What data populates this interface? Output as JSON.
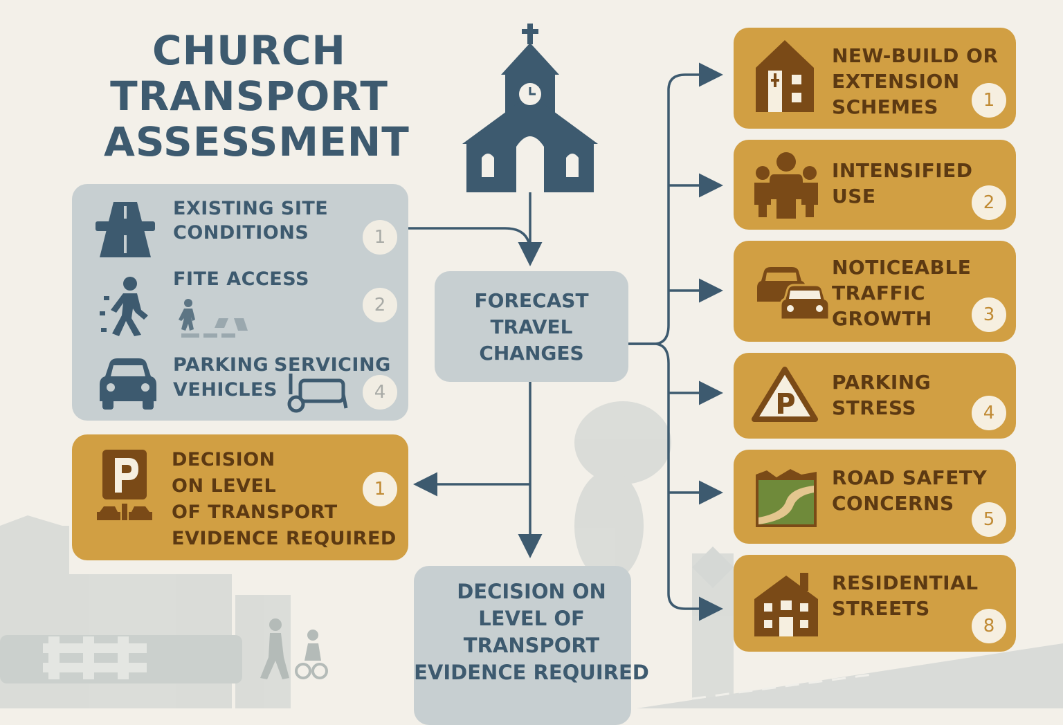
{
  "title": {
    "line1": "CHURCH",
    "line2": "TRANSPORT",
    "line3": "ASSESSMENT"
  },
  "left_panel": {
    "items": [
      {
        "label_1": "EXISTING SITE",
        "label_2": "CONDITIONS",
        "number": "1",
        "icon": "road-icon"
      },
      {
        "label_1": "FITE ACCESS",
        "number": "2",
        "icon": "pedestrian-icon"
      },
      {
        "label_1": "PARKING",
        "label_2": "VEHICLES",
        "extra": "SERVICING",
        "number": "4",
        "icon": "car-icon"
      }
    ]
  },
  "decision_left": {
    "line1": "DECISION",
    "line2": "ON LEVEL",
    "line3": "OF TRANSPORT",
    "line4": "EVIDENCE REQUIRED",
    "number": "1",
    "icon": "parking-sign-icon"
  },
  "forecast": {
    "line1": "FORECAST",
    "line2": "TRAVEL",
    "line3": "CHANGES"
  },
  "decision_bottom": {
    "line1": "DECISION ON",
    "line2": "LEVEL OF",
    "line3": "TRANSPORT",
    "line4": "EVIDENCE REQUIRED"
  },
  "right_items": [
    {
      "line1": "NEW-BUILD OR",
      "line2": "EXTENSION",
      "line3": "SCHEMES",
      "number": "1",
      "icon": "building-plus-icon"
    },
    {
      "line1": "INTENSIFIED",
      "line2": "USE",
      "number": "2",
      "icon": "people-icon"
    },
    {
      "line1": "NOTICEABLE",
      "line2": "TRAFFIC",
      "line3": "GROWTH",
      "number": "3",
      "icon": "cars-icon"
    },
    {
      "line1": "PARKING",
      "line2": "STRESS",
      "number": "4",
      "icon": "parking-warning-icon"
    },
    {
      "line1": "ROAD SAFETY",
      "line2": "CONCERNS",
      "number": "5",
      "icon": "road-landscape-icon"
    },
    {
      "line1": "RESIDENTIAL",
      "line2": "STREETS",
      "number": "8",
      "icon": "house-icon"
    }
  ],
  "colors": {
    "blue": "#3d5a6f",
    "grey_panel": "#c7cfd1",
    "gold_panel": "#d19f43",
    "brown": "#7a4a17"
  }
}
